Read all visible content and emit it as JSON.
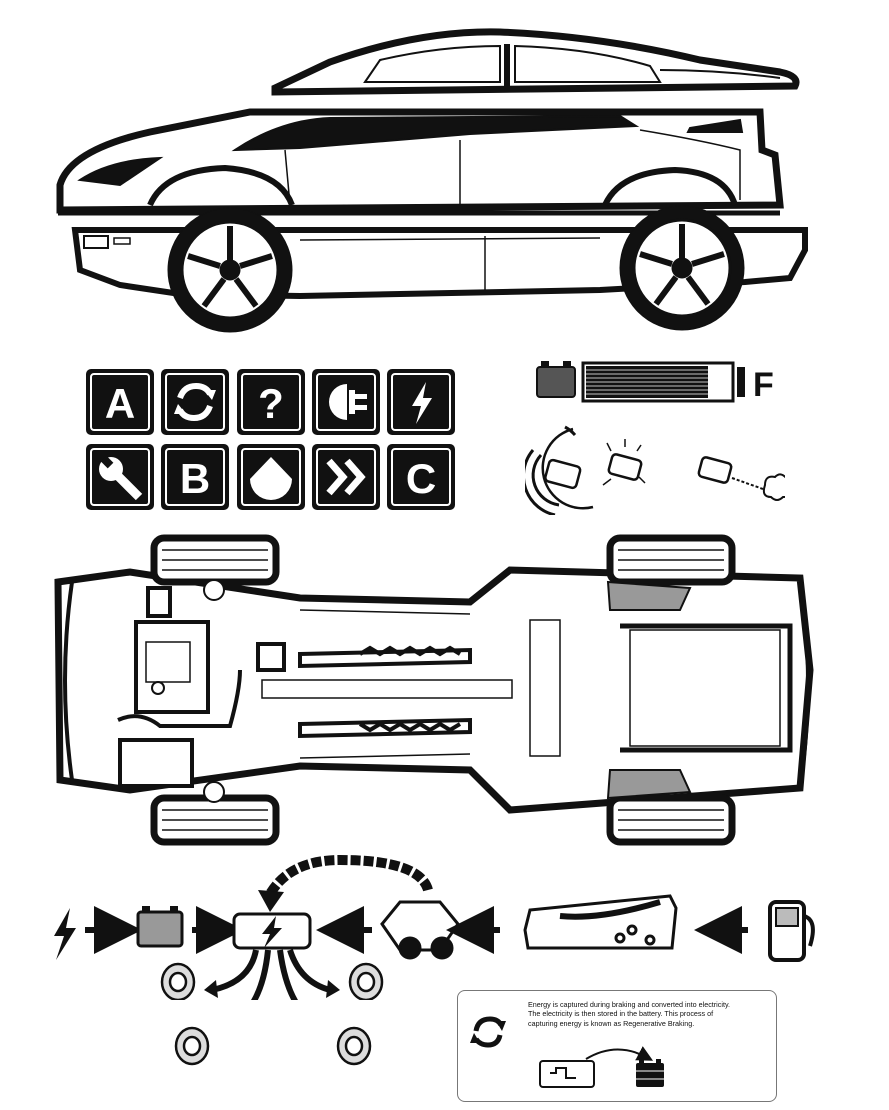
{
  "icon_grid": [
    {
      "name": "A",
      "type": "letter",
      "label": "A"
    },
    {
      "name": "regen",
      "type": "icon",
      "icon": "recycle-arrows-icon"
    },
    {
      "name": "help",
      "type": "letter",
      "label": "?"
    },
    {
      "name": "plug",
      "type": "icon",
      "icon": "plug-icon"
    },
    {
      "name": "bolt",
      "type": "icon",
      "icon": "lightning-icon"
    },
    {
      "name": "wrench",
      "type": "icon",
      "icon": "wrench-icon"
    },
    {
      "name": "B",
      "type": "letter",
      "label": "B"
    },
    {
      "name": "drop",
      "type": "icon",
      "icon": "drop-icon"
    },
    {
      "name": "fast-forward",
      "type": "icon",
      "icon": "double-chevron-icon"
    },
    {
      "name": "C",
      "type": "letter",
      "label": "C"
    }
  ],
  "battery_gauge": {
    "label": "F",
    "level": 0.85
  },
  "info": {
    "line1": "Energy is captured during braking and converted into electricity.",
    "line2": "The electricity is then stored in the battery. This process of",
    "line3": "capturing energy is known as Regenerative Braking."
  },
  "colors": {
    "ink": "#111111",
    "gray": "#8a8a8a",
    "light": "#d6d6d6"
  }
}
